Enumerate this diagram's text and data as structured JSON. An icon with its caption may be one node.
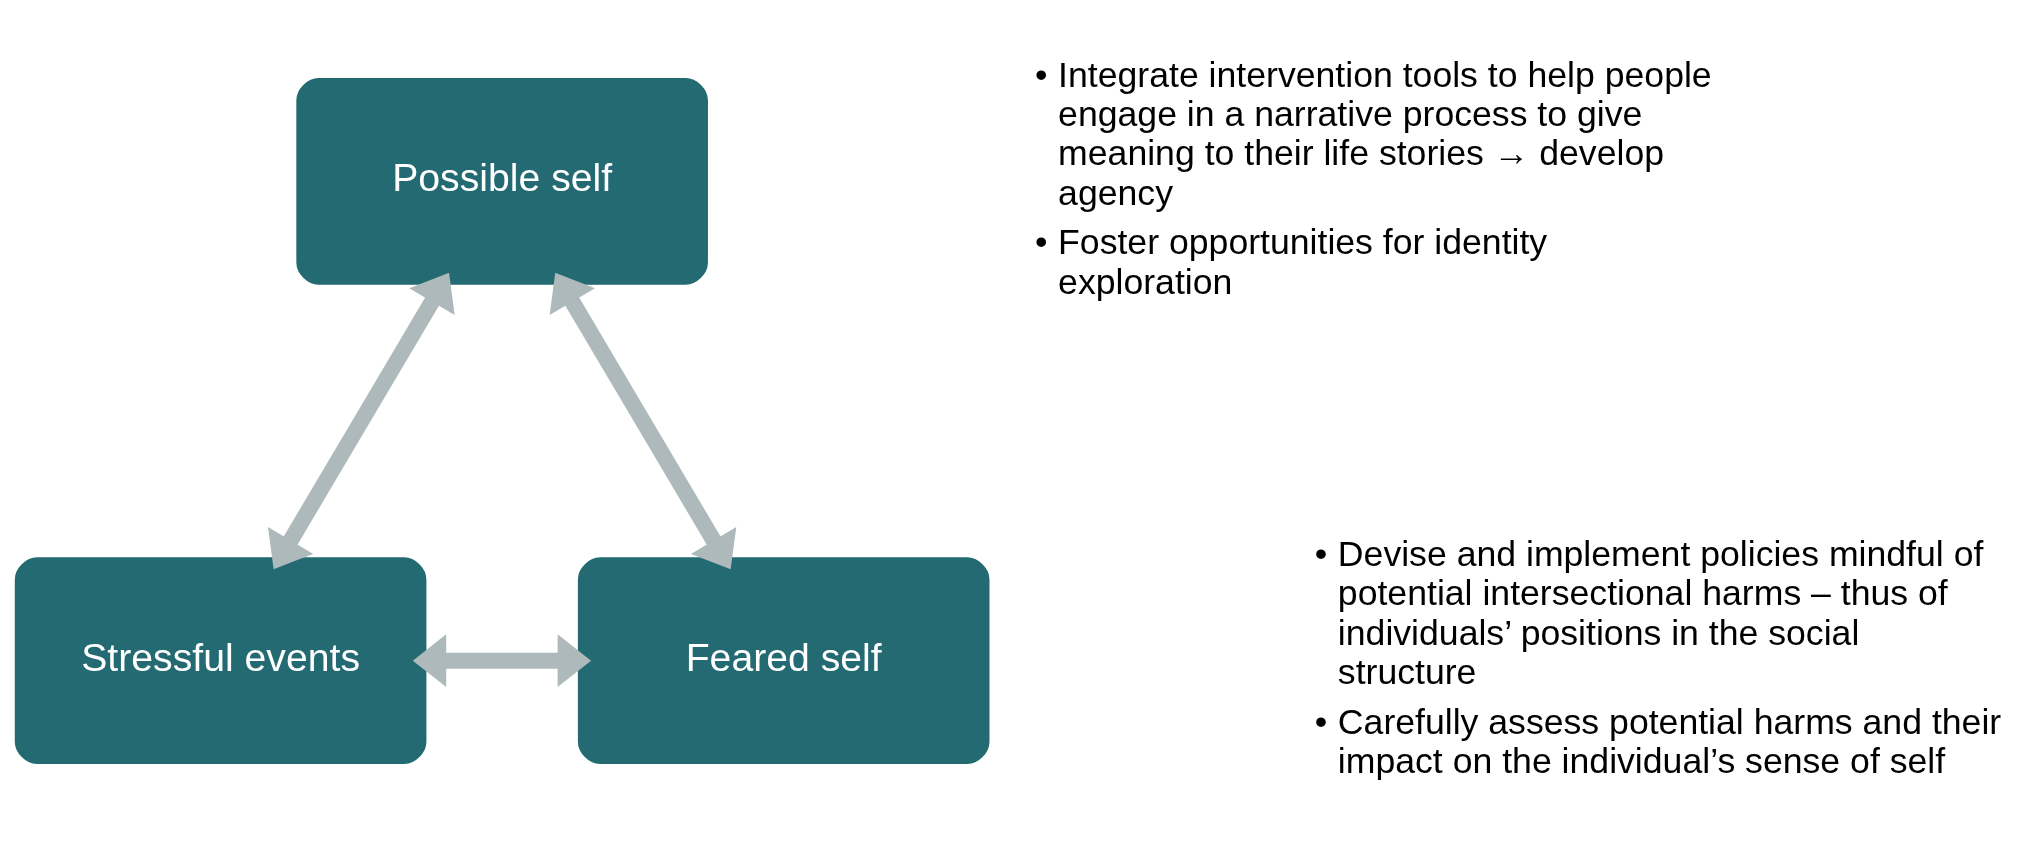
{
  "diagram": {
    "nodes": [
      {
        "text": [
          "Possible self"
        ]
      },
      {
        "text": [
          "Stressful events"
        ]
      },
      {
        "text": [
          "Feared self"
        ]
      }
    ],
    "edges": [
      {
        "from": 1,
        "to": 0,
        "arrow": "both"
      },
      {
        "from": 0,
        "to": 2,
        "arrow": "both"
      },
      {
        "from": 1,
        "to": 2,
        "arrow": "both"
      }
    ],
    "labels": [
      "•",
      "Integrate intervention tools to help people engage in a narrative process to give meaning to their life stories → develop agency",
      "•",
      "Foster opportunities for identity exploration",
      "•",
      "Devise and implement policies mindful of potential intersectional harms – thus of individuals’ positions in the social structure",
      "•",
      "Carefully assess potential harms and their impact on the individual’s sense of self"
    ]
  }
}
